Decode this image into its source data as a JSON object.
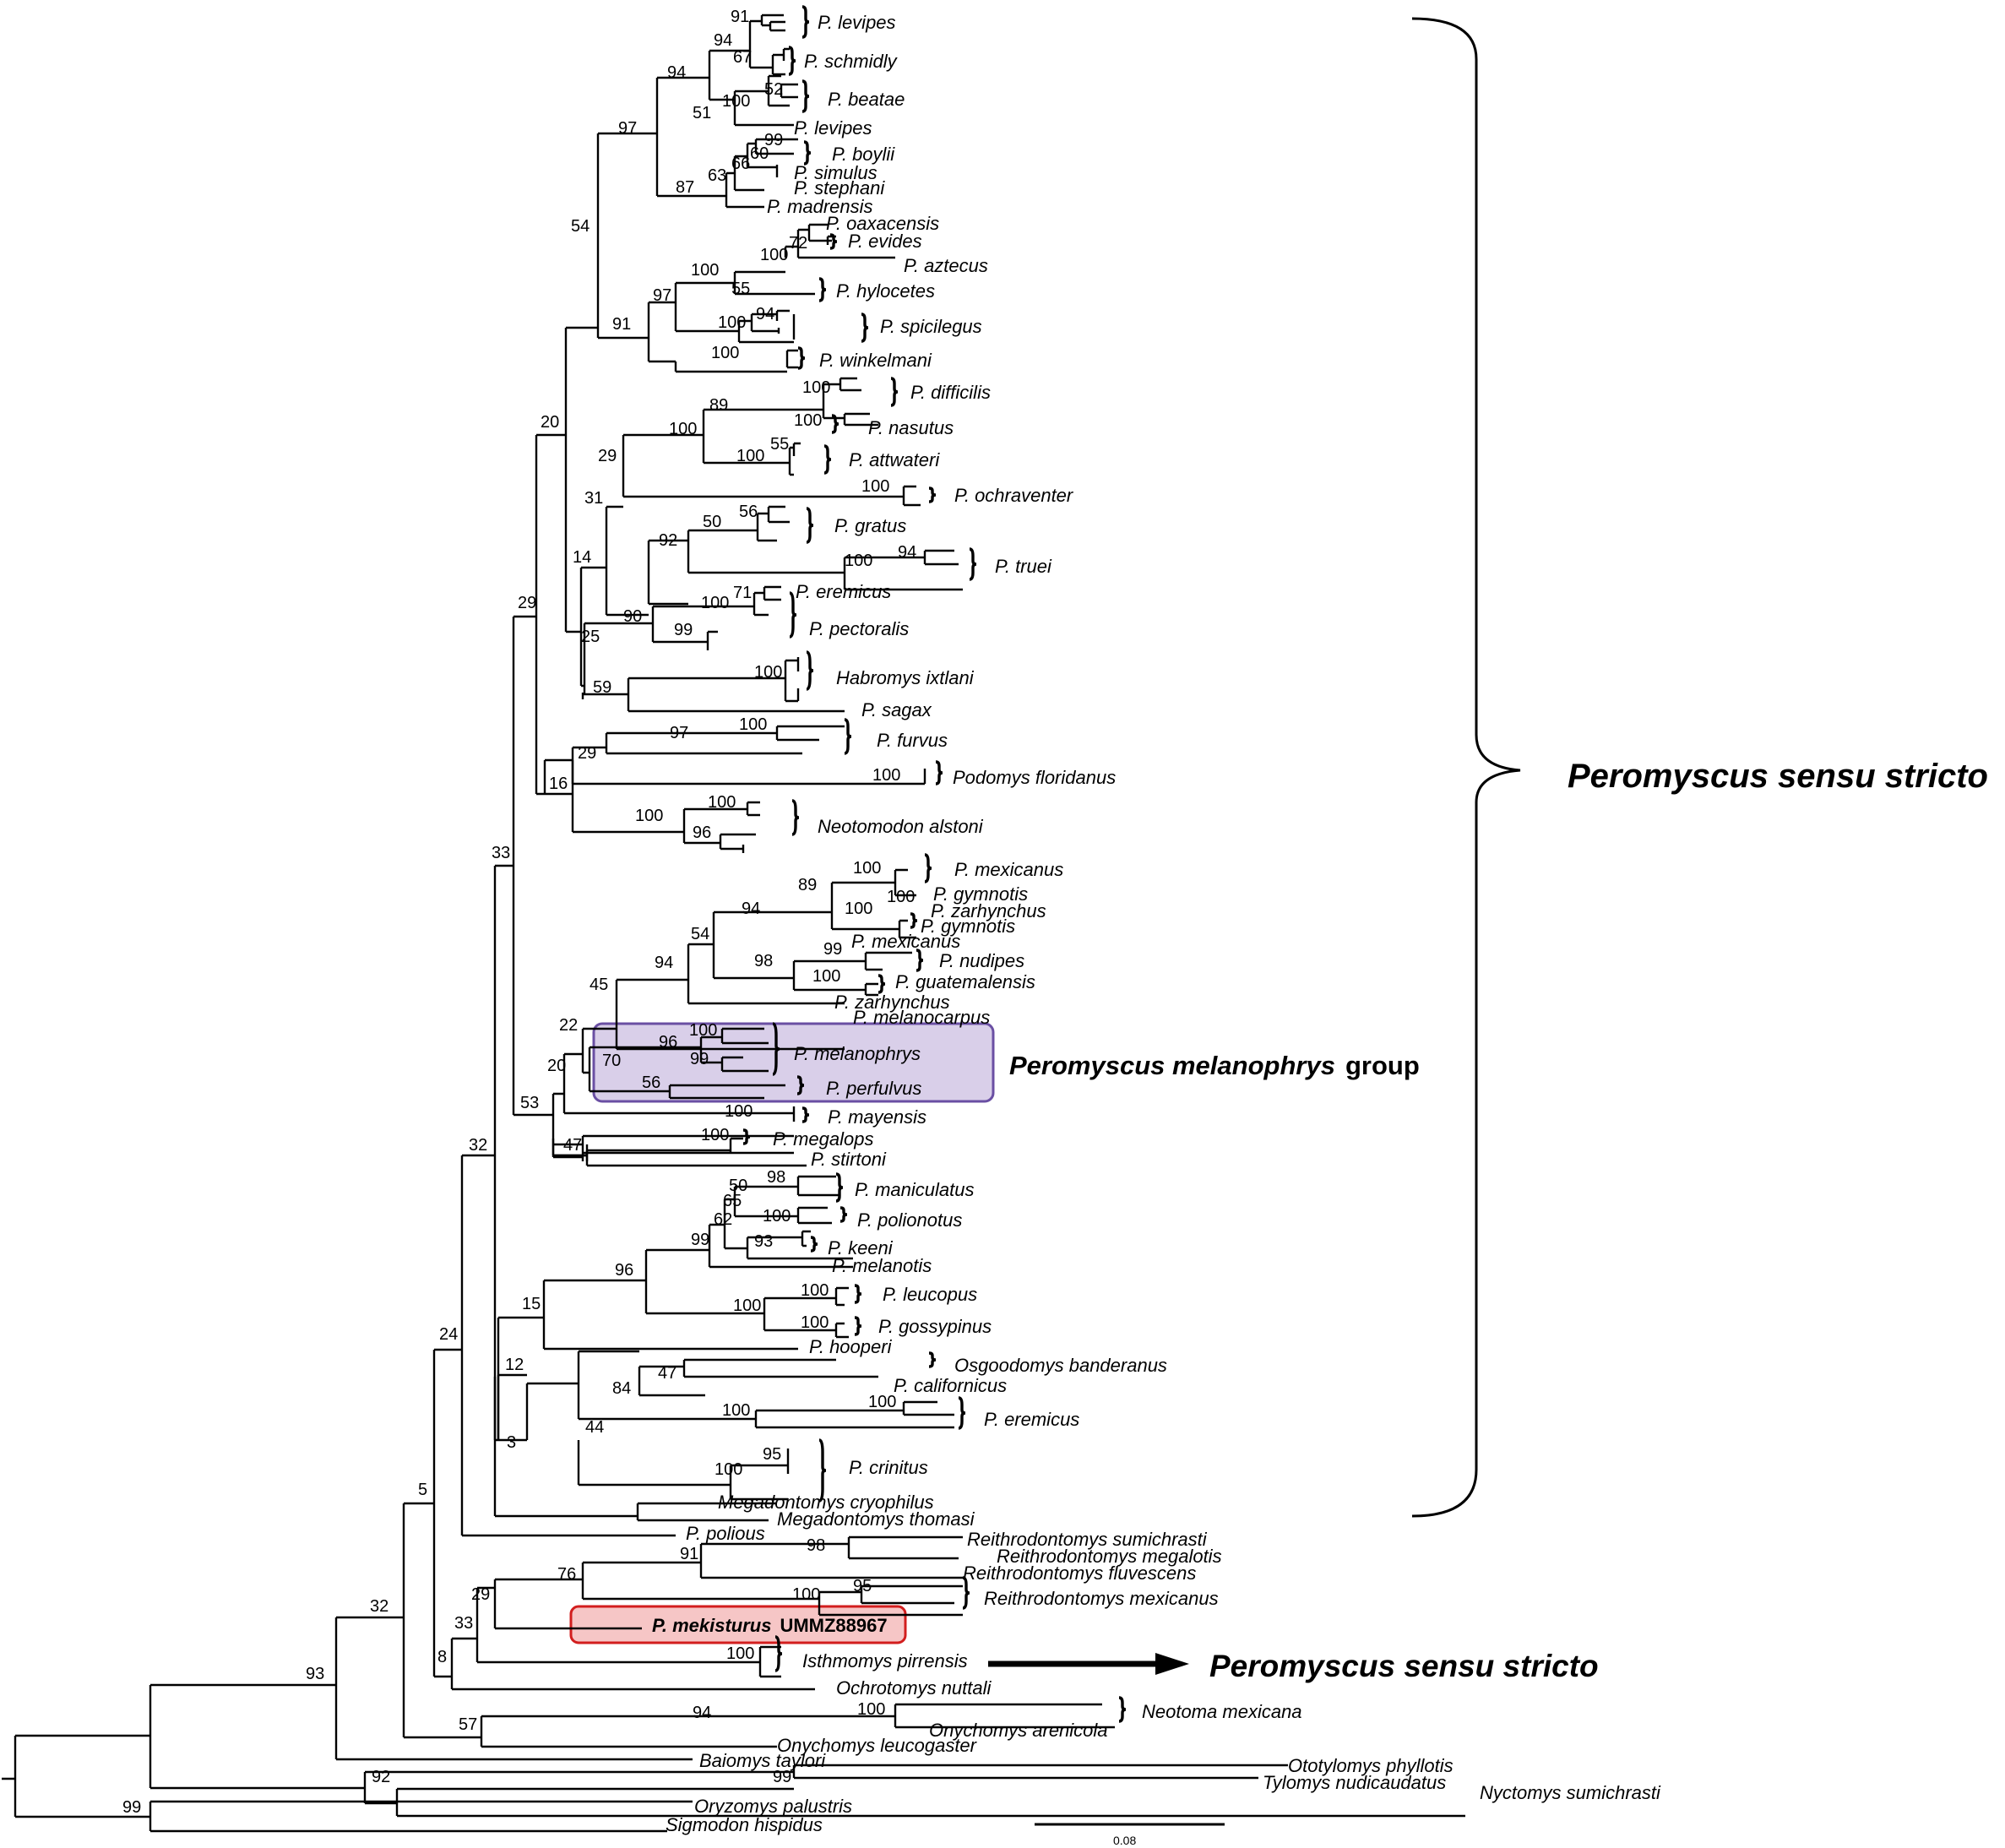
{
  "tips": {
    "t_levipes1": "P. levipes",
    "t_schmidly": "P. schmidly",
    "t_beatae": "P. beatae",
    "t_levipes2": "P. levipes",
    "t_boylii": "P. boylii",
    "t_simulus": "P. simulus",
    "t_stephani": "P. stephani",
    "t_madrensis": "P. madrensis",
    "t_oaxacensis": "P. oaxacensis",
    "t_evides": "P. evides",
    "t_aztecus": "P. aztecus",
    "t_hylocetes": "P. hylocetes",
    "t_spicilegus": "P. spicilegus",
    "t_winkelmani": "P. winkelmani",
    "t_difficilis": "P. difficilis",
    "t_nasutus": "P. nasutus",
    "t_attwateri": "P. attwateri",
    "t_ochraventer": "P. ochraventer",
    "t_gratus": "P. gratus",
    "t_truei": "P. truei",
    "t_eremicus1": "P. eremicus",
    "t_pectoralis": "P. pectoralis",
    "t_habromys": "Habromys ixtlani",
    "t_sagax": "P. sagax",
    "t_furvus": "P. furvus",
    "t_podomys": "Podomys floridanus",
    "t_neotomodon": "Neotomodon alstoni",
    "t_mexicanus1": "P. mexicanus",
    "t_gymnotis1": "P. gymnotis",
    "t_zarhynchus1": "P. zarhynchus",
    "t_gymnotis2": "P. gymnotis",
    "t_mexicanus2": "P. mexicanus",
    "t_nudipes": "P. nudipes",
    "t_guatemalensis": "P. guatemalensis",
    "t_zarhynchus2": "P. zarhynchus",
    "t_melanocarpus": "P. melanocarpus",
    "t_melanophrys": "P. melanophrys",
    "t_perfulvus": "P. perfulvus",
    "t_mayensis": "P. mayensis",
    "t_megalops": "P. megalops",
    "t_stirtoni": "P. stirtoni",
    "t_maniculatus": "P. maniculatus",
    "t_polionotus": "P. polionotus",
    "t_keeni": "P. keeni",
    "t_melanotis": "P. melanotis",
    "t_leucopus": "P. leucopus",
    "t_gossypinus": "P. gossypinus",
    "t_hooperi": "P. hooperi",
    "t_osgoodomys": "Osgoodomys banderanus",
    "t_californicus": "P. californicus",
    "t_eremicus2": "P. eremicus",
    "t_crinitus": "P. crinitus",
    "t_megadontomys_c": "Megadontomys cryophilus",
    "t_megadontomys_t": "Megadontomys thomasi",
    "t_polius": "P. polious",
    "t_reith_sumichrasti": "Reithrodontomys sumichrasti",
    "t_reith_megalotis": "Reithrodontomys megalotis",
    "t_reith_fluvescens": "Reithrodontomys fluvescens",
    "t_reith_mexicanus": "Reithrodontomys mexicanus",
    "t_mekisturus_name": "P. mekisturus",
    "t_mekisturus_id": "UMMZ88967",
    "t_isthmomys": "Isthmomys pirrensis",
    "t_ochrotomys": "Ochrotomys nuttali",
    "t_neotoma": "Neotoma mexicana",
    "t_onychomys_a": "Onychomys arenicola",
    "t_onychomys_l": "Onychomys leucogaster",
    "t_baiomys": "Baiomys taylori",
    "t_ototylomys": "Ototylomys phyllotis",
    "t_tylomys": "Tylomys nudicaudatus",
    "t_nyctomys": "Nyctomys sumichrasti",
    "t_oryzomys": "Oryzomys palustris",
    "t_sigmodon": "Sigmodon hispidus"
  },
  "support": {
    "s91a": "91",
    "s94a": "94",
    "s67": "67",
    "s52": "52",
    "s100a": "100",
    "s51": "51",
    "s94b": "94",
    "s97a": "97",
    "s99a": "99",
    "s60": "60",
    "s66": "66",
    "s63": "63",
    "s87": "87",
    "s54a": "54",
    "s72": "72",
    "s100b": "100",
    "s100c": "100",
    "s55a": "55",
    "s97b": "97",
    "s94c": "94",
    "s100d": "100",
    "s100e": "100",
    "s91b": "91",
    "s100f": "100",
    "s89": "89",
    "s100g": "100",
    "s100h": "100",
    "s55b": "55",
    "s100i": "100",
    "s29a": "29",
    "s56a": "56",
    "s50a": "50",
    "s92a": "92",
    "s94d": "94",
    "s100j": "100",
    "s31": "31",
    "s14": "14",
    "s20a": "20",
    "s71": "71",
    "s100k": "100",
    "s90": "90",
    "s99b": "99",
    "s25": "25",
    "s100l": "100",
    "s59": "59",
    "s29b": "29",
    "s100m": "100",
    "s97c": "97",
    "s100n": "100",
    "s16": "16",
    "s100o": "100",
    "s100p": "100",
    "s96a": "96",
    "s29c": "29",
    "s33a": "33",
    "s100q": "100",
    "s89b": "89",
    "s94e": "94",
    "s100r": "100",
    "s100s": "100",
    "s54b": "54",
    "s99c": "99",
    "s98a": "98",
    "s100t": "100",
    "s94f": "94",
    "s45": "45",
    "s22": "22",
    "s100u": "100",
    "s96b": "96",
    "s99d": "99",
    "s70": "70",
    "s56b": "56",
    "s20b": "20",
    "s53": "53",
    "s100v": "100",
    "s100w": "100",
    "s47a": "47",
    "s32a": "32",
    "s98b": "98",
    "s50b": "50",
    "s65": "65",
    "s100x": "100",
    "s62": "62",
    "s93a": "93",
    "s99e": "99",
    "s96c": "96",
    "s100y": "100",
    "s100z": "100",
    "s100aa": "100",
    "s15": "15",
    "s12": "12",
    "s47b": "47",
    "s84": "84",
    "s100ab": "100",
    "s100ac": "100",
    "s44": "44",
    "s95a": "95",
    "s100ad": "100",
    "s3": "3",
    "s100ae": "100",
    "s24": "24",
    "s5": "5",
    "s98c": "98",
    "s91c": "91",
    "s76": "76",
    "s95b": "95",
    "s100af": "100",
    "s29d": "29",
    "s33b": "33",
    "s100ag": "100",
    "s8": "8",
    "s94g": "94",
    "s100ah": "100",
    "s57": "57",
    "s32b": "32",
    "s93b": "93",
    "s92b": "92",
    "s99f": "99",
    "s99g": "99"
  },
  "labels": {
    "sensu_stricto_main": "Peromyscus sensu stricto",
    "sensu_stricto_arrow": "Peromyscus sensu stricto",
    "melanophrys_group_italic": "Peromyscus melanophrys",
    "melanophrys_group_suffix": "group",
    "scale_bar": "0.08"
  },
  "colors": {
    "melanophrys_box_fill": "#d9cfe9",
    "melanophrys_box_stroke": "#6a4fa3",
    "mekisturus_box_fill": "#f6c6c6",
    "mekisturus_box_stroke": "#d21e1e",
    "branch": "#000000"
  }
}
